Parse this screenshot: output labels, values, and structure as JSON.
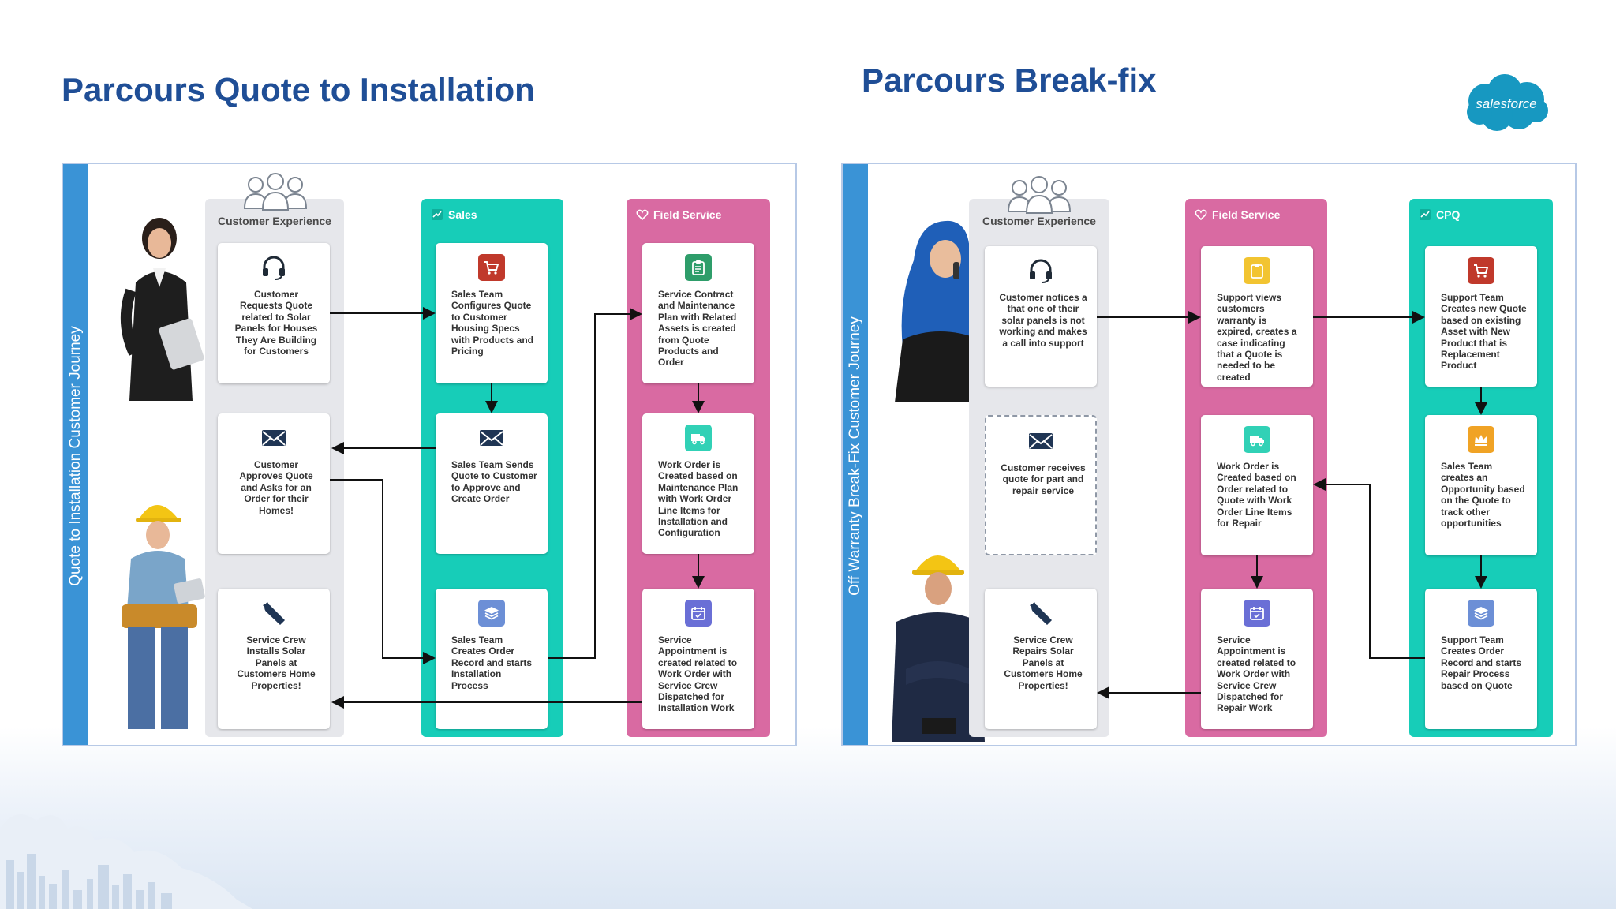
{
  "titles": {
    "left": "Parcours Quote to Installation",
    "right": "Parcours Break-fix"
  },
  "logo": {
    "text": "salesforce",
    "color": "#1798c1"
  },
  "colors": {
    "title": "#1f4e96",
    "bar": "#3a93d6",
    "teal_lane": "#17cdb8",
    "pink_lane": "#d96aa2",
    "gray_lane": "#e6e7eb"
  },
  "left_panel": {
    "vertical_title": "Quote to Installation Customer Journey",
    "lanes": {
      "customer": "Customer Experience",
      "sales": "Sales",
      "field": "Field Service"
    },
    "boxes": {
      "c1": "Customer Requests Quote related to Solar Panels for Houses They Are Building for Customers",
      "c2": "Customer Approves Quote and Asks for an Order for their Homes!",
      "c3": "Service Crew Installs Solar Panels at Customers Home Properties!",
      "s1": "Sales Team Configures Quote to Customer Housing Specs with Products and Pricing",
      "s2": "Sales Team Sends Quote to Customer to Approve and Create Order",
      "s3": "Sales Team Creates Order Record and starts Installation Process",
      "f1": "Service Contract and Maintenance Plan with Related Assets is created from Quote Products and Order",
      "f2": "Work Order is Created based on Maintenance Plan with Work Order Line Items for Installation and Configuration",
      "f3": "Service Appointment is created related to Work Order with Service Crew Dispatched for Installation Work"
    }
  },
  "right_panel": {
    "vertical_title": "Off Warranty Break-Fix  Customer Journey",
    "lanes": {
      "customer": "Customer Experience",
      "field": "Field Service",
      "cpq": "CPQ"
    },
    "boxes": {
      "c1": "Customer notices a that one of their solar panels is not working and makes a call into support",
      "c2": "Customer receives quote for part and repair service",
      "c3": "Service Crew Repairs Solar Panels at Customers Home Properties!",
      "f1": "Support views customers warranty is expired, creates a case indicating that a Quote is needed to be created",
      "f2": "Work Order is Created based on Order related to Quote with Work Order Line Items for Repair",
      "f3": "Service Appointment is created related to Work Order with Service Crew Dispatched for Repair Work",
      "q1": "Support Team Creates new Quote based on existing Asset with New Product that is Replacement Product",
      "q2": "Sales Team creates an Opportunity based on the Quote to track other opportunities",
      "q3": "Support Team Creates Order Record and starts Repair Process based on Quote"
    }
  },
  "icons": {
    "headset": "headset-icon",
    "envelope": "envelope-icon",
    "wrench": "wrench-icon",
    "cart": "cart-icon",
    "layers": "layers-icon",
    "clipboard": "clipboard-icon",
    "truck": "truck-icon",
    "calendar": "calendar-icon",
    "crown": "crown-icon"
  }
}
